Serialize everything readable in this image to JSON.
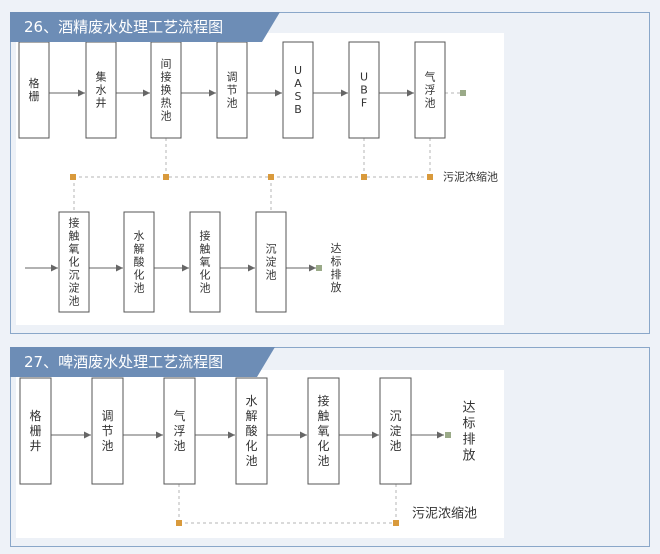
{
  "section1": {
    "title": "26、酒精废水处理工艺流程图",
    "boxes": [
      {
        "id": "b1",
        "chars": [
          "格",
          "栅"
        ]
      },
      {
        "id": "b2",
        "chars": [
          "集",
          "水",
          "井"
        ]
      },
      {
        "id": "b3",
        "chars": [
          "间",
          "接",
          "换",
          "热",
          "池"
        ]
      },
      {
        "id": "b4",
        "chars": [
          "调",
          "节",
          "池"
        ]
      },
      {
        "id": "b5",
        "chars": [
          "U",
          "A",
          "S",
          "B"
        ]
      },
      {
        "id": "b6",
        "chars": [
          "U",
          "B",
          "F"
        ]
      },
      {
        "id": "b7",
        "chars": [
          "气",
          "浮",
          "池"
        ]
      },
      {
        "id": "b8",
        "chars": [
          "接",
          "触",
          "氧",
          "化",
          "沉",
          "淀",
          "池"
        ]
      },
      {
        "id": "b9",
        "chars": [
          "水",
          "解",
          "酸",
          "化",
          "池"
        ]
      },
      {
        "id": "b10",
        "chars": [
          "接",
          "触",
          "氧",
          "化",
          "池"
        ]
      },
      {
        "id": "b11",
        "chars": [
          "沉",
          "淀",
          "池"
        ]
      }
    ],
    "sludge_label": "污泥浓缩池",
    "outlet_chars": [
      "达",
      "标",
      "排",
      "放"
    ]
  },
  "section2": {
    "title": "27、啤酒废水处理工艺流程图",
    "boxes": [
      {
        "id": "c1",
        "chars": [
          "格",
          "栅",
          "井"
        ]
      },
      {
        "id": "c2",
        "chars": [
          "调",
          "节",
          "池"
        ]
      },
      {
        "id": "c3",
        "chars": [
          "气",
          "浮",
          "池"
        ]
      },
      {
        "id": "c4",
        "chars": [
          "水",
          "解",
          "酸",
          "化",
          "池"
        ]
      },
      {
        "id": "c5",
        "chars": [
          "接",
          "触",
          "氧",
          "化",
          "池"
        ]
      },
      {
        "id": "c6",
        "chars": [
          "沉",
          "淀",
          "池"
        ]
      }
    ],
    "sludge_label": "污泥浓缩池",
    "outlet_chars": [
      "达",
      "标",
      "排",
      "放"
    ]
  },
  "colors": {
    "panel_border": "#8aa7c9",
    "tab_fill": "#6d8db6",
    "canvas": "#ffffff",
    "box_border": "#555555",
    "arrow": "#666666",
    "dashed": "#b5b5b5",
    "node": "#d99a3c",
    "terminal": "#9aaa88"
  }
}
